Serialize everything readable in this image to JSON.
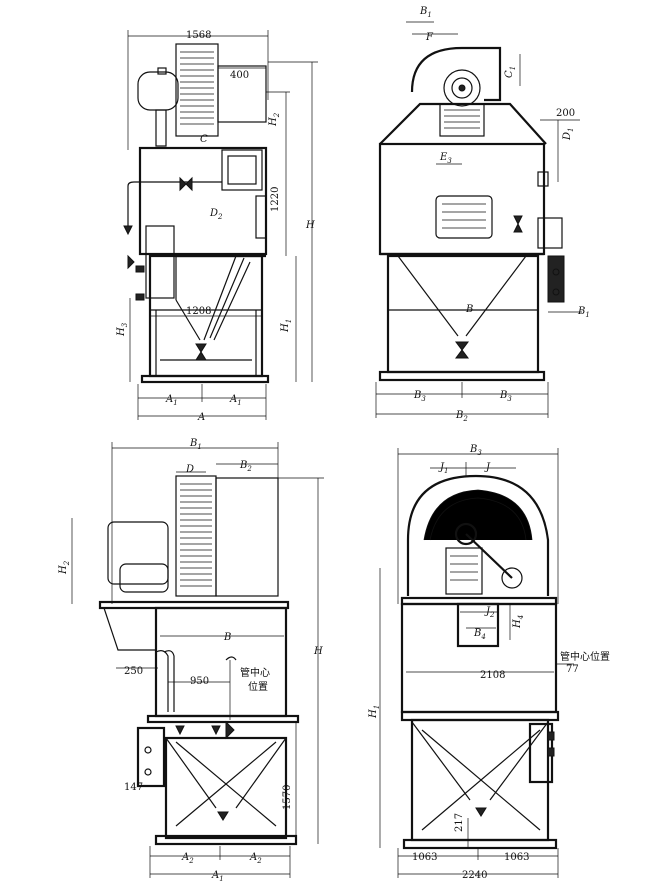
{
  "view_tl": {
    "dims": {
      "d1568": "1568",
      "d400": "400",
      "H2": "H",
      "H2_sub": "2",
      "C": "C",
      "D2": "D",
      "D2_sub": "2",
      "d1220": "1220",
      "H": "H",
      "d1208": "1208",
      "H1": "H",
      "H1_sub": "1",
      "H3": "H",
      "H3_sub": "3",
      "A1a": "A",
      "A1a_sub": "1",
      "A1b": "A",
      "A1b_sub": "1",
      "A": "A"
    }
  },
  "view_tr": {
    "dims": {
      "B1": "B",
      "B1_sub": "1",
      "F": "F",
      "C1": "C",
      "C1_sub": "1",
      "d200": "200",
      "D1": "D",
      "D1_sub": "1",
      "E3": "E",
      "E3_sub": "3",
      "B": "B",
      "Bright": "B",
      "Bright_sub": "1",
      "B3a": "B",
      "B3a_sub": "3",
      "B3b": "B",
      "B3b_sub": "3",
      "B2": "B",
      "B2_sub": "2"
    }
  },
  "view_bl": {
    "dims": {
      "B1": "B",
      "B1_sub": "1",
      "D": "D",
      "B2": "B",
      "B2_sub": "2",
      "H2": "H",
      "H2_sub": "2",
      "B": "B",
      "d250": "250",
      "d950": "950",
      "pipe_center_1": "管中心",
      "pipe_center_2": "位置",
      "H": "H",
      "d147": "147",
      "d1570": "1570",
      "A2a": "A",
      "A2a_sub": "2",
      "A2b": "A",
      "A2b_sub": "2",
      "A1": "A",
      "A1_sub": "1"
    }
  },
  "view_br": {
    "dims": {
      "B3": "B",
      "B3_sub": "3",
      "J1": "J",
      "J1_sub": "1",
      "J": "J",
      "J2": "J",
      "J2_sub": "2",
      "B4": "B",
      "B4_sub": "4",
      "H4": "H",
      "H4_sub": "4",
      "pipe_center": "管中心位置",
      "d77": "77",
      "d2108": "2108",
      "H1": "H",
      "H1_sub": "1",
      "d217": "217",
      "d1063a": "1063",
      "d1063b": "1063",
      "d2240": "2240"
    }
  }
}
